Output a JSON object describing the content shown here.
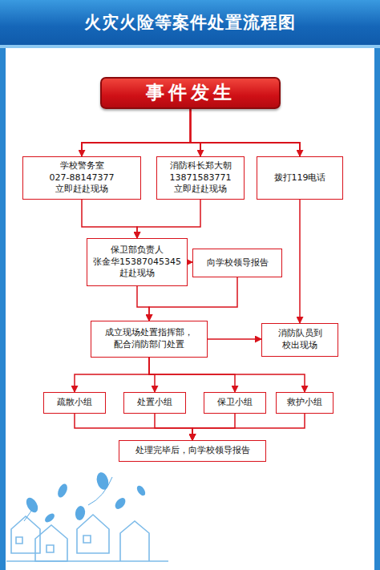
{
  "diagram": {
    "title": "火灾火险等案件处置流程图",
    "nodes": [
      {
        "text": [
          "事件发生"
        ]
      },
      {
        "text": [
          "学校警务室",
          "027-88147377",
          "立即赶赴现场"
        ]
      },
      {
        "text": [
          "消防科长郑大朝",
          "13871583771",
          "立即赶赴现场"
        ]
      },
      {
        "text": [
          "拨打119电话"
        ]
      },
      {
        "text": [
          "保卫部负责人",
          "张金华15387045345",
          "赶赴现场"
        ]
      },
      {
        "text": [
          "向学校领导报告"
        ]
      },
      {
        "text": [
          "成立现场处置指挥部， 配合消防部门处置"
        ]
      },
      {
        "text": [
          "消防队员到 校出现场"
        ]
      },
      {
        "text": [
          "疏散小组"
        ]
      },
      {
        "text": [
          "处置小组"
        ]
      },
      {
        "text": [
          "保卫小组"
        ]
      },
      {
        "text": [
          "救护小组"
        ]
      },
      {
        "text": [
          "处理完毕后，向学校领导报告"
        ]
      }
    ],
    "edges": [
      {
        "from": 0,
        "to": 1,
        "arrow": "to"
      },
      {
        "from": 0,
        "to": 2,
        "arrow": "to"
      },
      {
        "from": 0,
        "to": 3,
        "arrow": "to"
      },
      {
        "from": 1,
        "to": 4,
        "arrow": "to"
      },
      {
        "from": 2,
        "to": 4,
        "arrow": "to"
      },
      {
        "from": 4,
        "to": 5,
        "arrow": "to"
      },
      {
        "from": 4,
        "to": 6,
        "arrow": "to"
      },
      {
        "from": 5,
        "to": 6,
        "arrow": "to"
      },
      {
        "from": 3,
        "to": 7,
        "arrow": "to"
      },
      {
        "from": 6,
        "to": 7,
        "arrow": "to"
      },
      {
        "from": 6,
        "to": 8,
        "arrow": "to"
      },
      {
        "from": 6,
        "to": 9,
        "arrow": "to"
      },
      {
        "from": 6,
        "to": 10,
        "arrow": "to"
      },
      {
        "from": 6,
        "to": 11,
        "arrow": "to"
      },
      {
        "from": 8,
        "to": 12,
        "arrow": "to"
      },
      {
        "from": 9,
        "to": 12,
        "arrow": "to"
      },
      {
        "from": 10,
        "to": 12,
        "arrow": "to"
      },
      {
        "from": 11,
        "to": 12,
        "arrow": "to"
      }
    ]
  }
}
